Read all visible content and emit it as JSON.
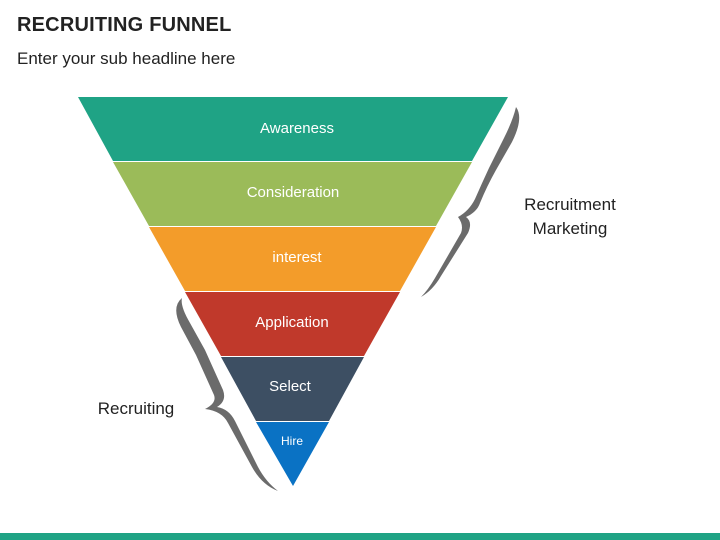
{
  "header": {
    "title": "RECRUITING FUNNEL",
    "subtitle": "Enter your sub headline here"
  },
  "funnel": {
    "stages": [
      {
        "label": "Awareness",
        "color": "#1fa385"
      },
      {
        "label": "Consideration",
        "color": "#9bbb59"
      },
      {
        "label": "interest",
        "color": "#f39c2a"
      },
      {
        "label": "Application",
        "color": "#c0392b"
      },
      {
        "label": "Select",
        "color": "#3d4f63"
      },
      {
        "label": "Hire",
        "color": "#0a72c4"
      }
    ]
  },
  "groups": {
    "upper": {
      "label_line1": "Recruitment",
      "label_line2": "Marketing",
      "bracket_color": "#6b6b6b"
    },
    "lower": {
      "label": "Recruiting",
      "bracket_color": "#6b6b6b"
    }
  },
  "footer": {
    "bar_color": "#1fa385"
  }
}
